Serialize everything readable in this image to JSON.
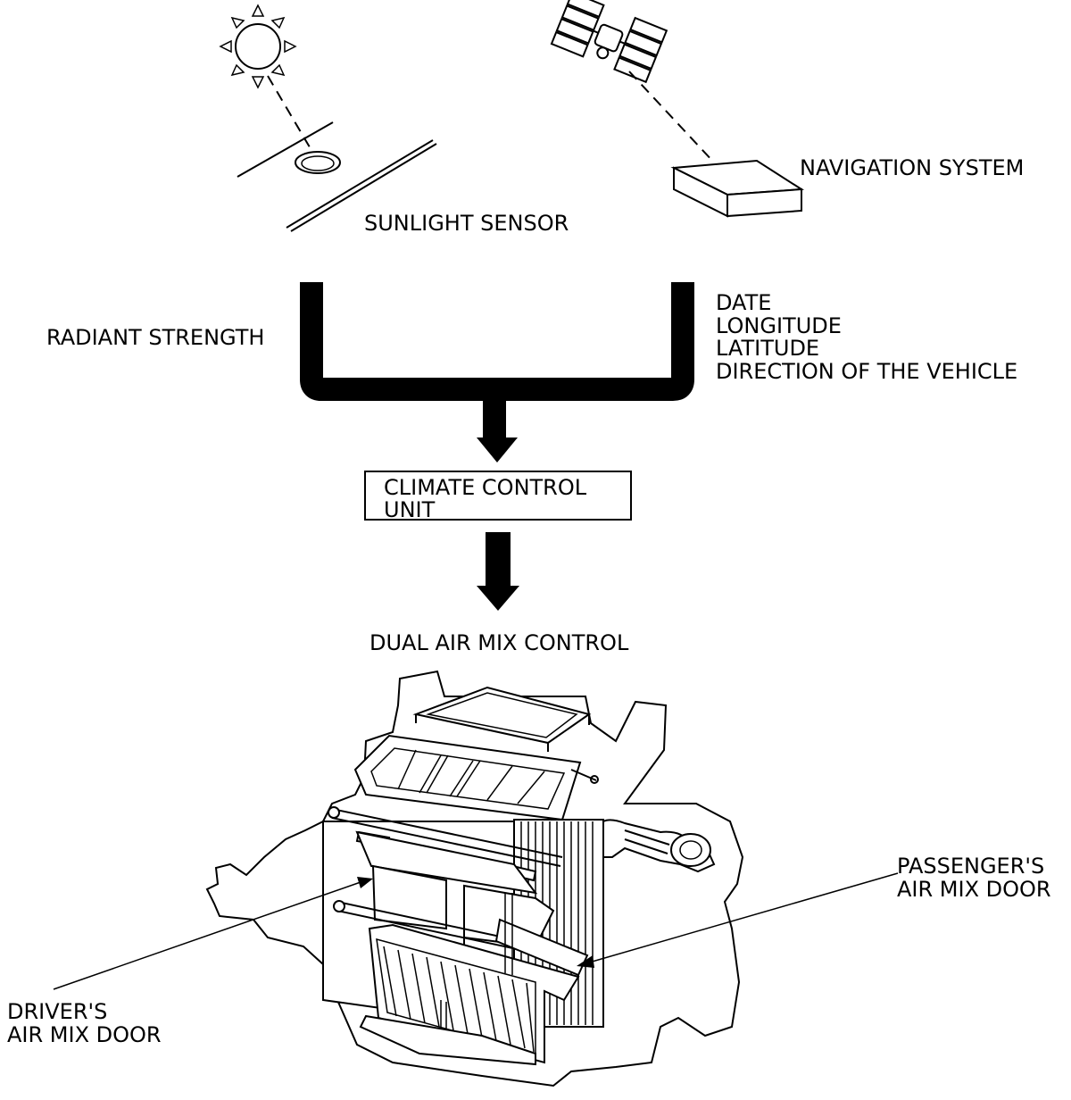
{
  "labels": {
    "navigation_system": "NAVIGATION SYSTEM",
    "sunlight_sensor": "SUNLIGHT SENSOR",
    "radiant_strength": "RADIANT STRENGTH",
    "nav_data": [
      "DATE",
      "LONGITUDE",
      "LATITUDE",
      "DIRECTION OF THE VEHICLE"
    ],
    "climate_control_unit": [
      "CLIMATE CONTROL",
      "UNIT"
    ],
    "dual_air_mix_control": "DUAL AIR MIX CONTROL",
    "passengers_air_mix_door": [
      "PASSENGER'S",
      "AIR MIX DOOR"
    ],
    "drivers_air_mix_door": [
      "DRIVER'S",
      "AIR MIX DOOR"
    ]
  },
  "colors": {
    "ink": "#000000",
    "paper": "#ffffff"
  }
}
